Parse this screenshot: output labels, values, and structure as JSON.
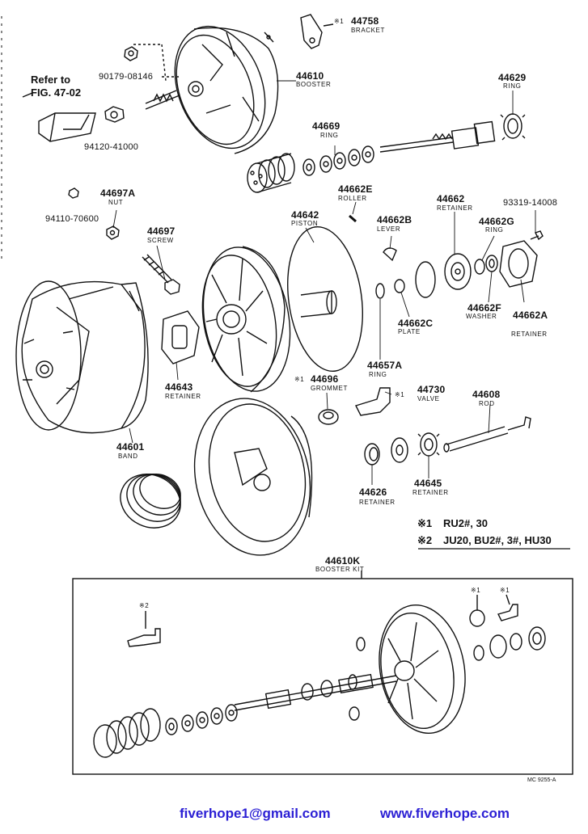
{
  "refer": {
    "line1": "Refer to",
    "line2": "FIG. 47-02"
  },
  "parts": {
    "p44758": {
      "num": "44758",
      "desc": "BRACKET",
      "mark": "※1"
    },
    "p90179": {
      "num": "90179-08146"
    },
    "p44610": {
      "num": "44610",
      "desc": "BOOSTER"
    },
    "p94120": {
      "num": "94120-41000"
    },
    "p44669": {
      "num": "44669",
      "desc": "RING"
    },
    "p44629": {
      "num": "44629",
      "desc": "RING"
    },
    "p44697A": {
      "num": "44697A",
      "desc": "NUT"
    },
    "p94110": {
      "num": "94110-70600"
    },
    "p44697": {
      "num": "44697",
      "desc": "SCREW"
    },
    "p44662E": {
      "num": "44662E",
      "desc": "ROLLER"
    },
    "p44642": {
      "num": "44642",
      "desc": "PISTON"
    },
    "p44662": {
      "num": "44662",
      "desc": "RETAINER"
    },
    "p93319": {
      "num": "93319-14008"
    },
    "p44662B": {
      "num": "44662B",
      "desc": "LEVER"
    },
    "p44662G": {
      "num": "44662G",
      "desc": "RING"
    },
    "p44662F": {
      "num": "44662F",
      "desc": "WASHER"
    },
    "p44662A": {
      "num": "44662A",
      "desc": "RETAINER"
    },
    "p44662C": {
      "num": "44662C",
      "desc": "PLATE"
    },
    "p44643": {
      "num": "44643",
      "desc": "RETAINER"
    },
    "p44657A": {
      "num": "44657A",
      "desc": "RING"
    },
    "p44696": {
      "num": "44696",
      "desc": "GROMMET",
      "mark": "※1"
    },
    "p44730": {
      "num": "44730",
      "desc": "VALVE",
      "mark": "※1"
    },
    "p44608": {
      "num": "44608",
      "desc": "ROD"
    },
    "p44601": {
      "num": "44601",
      "desc": "BAND"
    },
    "p44626": {
      "num": "44626",
      "desc": "RETAINER"
    },
    "p44645": {
      "num": "44645",
      "desc": "RETAINER"
    },
    "p44610K": {
      "num": "44610K",
      "desc": "BOOSTER KIT"
    }
  },
  "notes": [
    {
      "mark": "※1",
      "text": "RU2#, 30"
    },
    {
      "mark": "※2",
      "text": "JU20, BU2#, 3#, HU30"
    }
  ],
  "kit_marks": {
    "m2": "※2",
    "m1a": "※1",
    "m1b": "※1"
  },
  "drawing_code": "MC 9255-A",
  "footer": {
    "email": "fiverhope1@gmail.com",
    "website": "www.fiverhope.com"
  },
  "colors": {
    "line": "#111111",
    "footer": "#2b1fd4",
    "background": "#ffffff"
  }
}
